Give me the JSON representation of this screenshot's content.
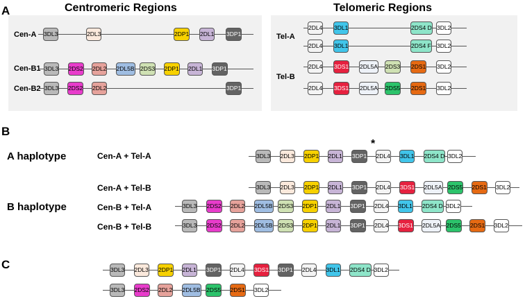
{
  "colors": {
    "3DL3": "#b9b9b9",
    "2DL3": "#fbe9dc",
    "2DP1": "#f7d100",
    "2DL1": "#c7b4d6",
    "3DP1": "#636363",
    "2DS2": "#e83ccb",
    "2DL2": "#e6a29b",
    "2DL5B": "#9fbde2",
    "2DS3": "#cfe1b3",
    "2DL4": "#f4f4f4",
    "3DL1": "#41c5ea",
    "2DS4 D": "#8ee5c9",
    "2DS4 F": "#8ee5c9",
    "3DL2": "#ffffff",
    "3DS1": "#e6213f",
    "2DL5A": "#eef2f8",
    "2DS5": "#2cc36b",
    "2DS1": "#e66a13"
  },
  "panelA": {
    "label": "A",
    "centromeric_title": "Centromeric Regions",
    "telomeric_title": "Telomeric Regions",
    "rows": [
      {
        "label": "Cen-A",
        "genes": [
          "3DL3",
          "2DL3",
          "2DP1",
          "2DL1",
          "3DP1"
        ]
      },
      {
        "label": "Cen-B1",
        "genes": [
          "3DL3",
          "2DS2",
          "2DL2",
          "2DL5B",
          "2DS3",
          "2DP1",
          "2DL1",
          "3DP1"
        ]
      },
      {
        "label": "Cen-B2",
        "genes": [
          "3DL3",
          "2DS2",
          "2DL2",
          "3DP1"
        ]
      },
      {
        "label": "Tel-A",
        "genes": [
          "2DL4",
          "3DL1",
          "2DS4 D",
          "3DL2"
        ]
      },
      {
        "label": "",
        "genes": [
          "2DL4",
          "3DL1",
          "2DS4 F",
          "3DL2"
        ]
      },
      {
        "label": "Tel-B",
        "genes": [
          "2DL4",
          "3DS1",
          "2DL5A",
          "2DS3",
          "2DS1",
          "3DL2"
        ]
      },
      {
        "label": "",
        "genes": [
          "2DL4",
          "3DS1",
          "2DL5A",
          "2DS5",
          "2DS1",
          "3DL2"
        ]
      }
    ]
  },
  "panelB": {
    "label": "B",
    "a_haplotype": "A haplotype",
    "b_haplotype": "B haplotype",
    "star": "*",
    "rows": [
      {
        "label": "Cen-A + Tel-A",
        "genes": [
          "3DL3",
          "2DL3",
          "2DP1",
          "2DL1",
          "3DP1",
          "2DL4",
          "3DL1",
          "2DS4 D",
          "3DL2"
        ]
      },
      {
        "label": "Cen-A + Tel-B",
        "genes": [
          "3DL3",
          "2DL3",
          "2DP1",
          "2DL1",
          "3DP1",
          "2DL4",
          "3DS1",
          "2DL5A",
          "2DS5",
          "2DS1",
          "3DL2"
        ]
      },
      {
        "label": "Cen-B + Tel-A",
        "genes": [
          "3DL3",
          "2DS2",
          "2DL2",
          "2DL5B",
          "2DS3",
          "2DP1",
          "2DL1",
          "3DP1",
          "2DL4",
          "3DL1",
          "2DS4 D",
          "3DL2"
        ]
      },
      {
        "label": "Cen-B + Tel-B",
        "genes": [
          "3DL3",
          "2DS2",
          "2DL2",
          "2DL5B",
          "2DS3",
          "2DP1",
          "2DL1",
          "3DP1",
          "2DL4",
          "3DS1",
          "2DL5A",
          "2DS5",
          "2DS1",
          "3DL2"
        ]
      }
    ]
  },
  "panelC": {
    "label": "C",
    "rows": [
      {
        "genes": [
          "3DL3",
          "2DL3",
          "2DP1",
          "2DL1",
          "3DP1",
          "2DL4",
          "3DS1",
          "3DP1",
          "2DL4",
          "3DL1",
          "2DS4 D",
          "3DL2"
        ]
      },
      {
        "genes": [
          "3DL3",
          "2DS2",
          "2DL2",
          "2DL5B",
          "2DS5",
          "2DS1",
          "3DL2"
        ]
      }
    ]
  }
}
